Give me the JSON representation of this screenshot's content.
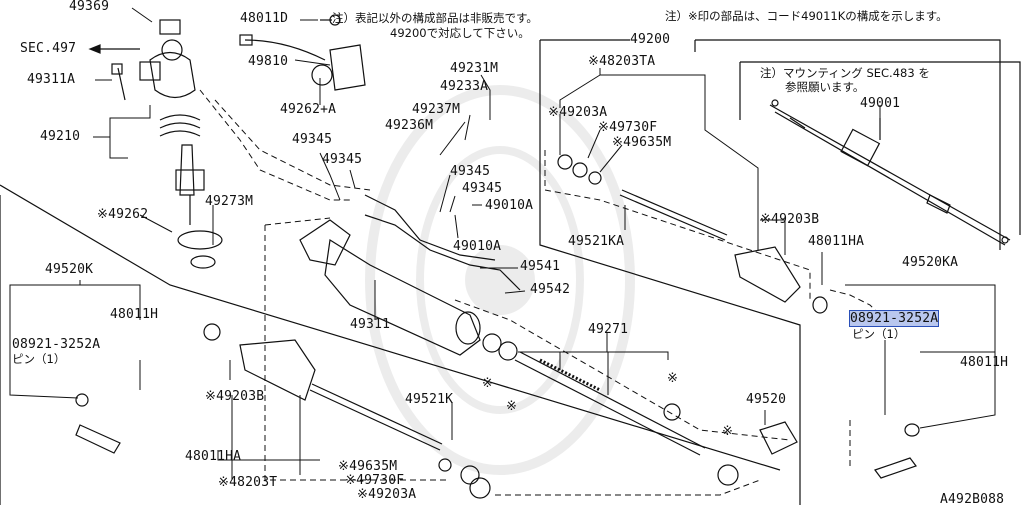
{
  "diagram_code": "A492B088",
  "notes": {
    "top_left_line1": "注）表記以外の構成部品は非販売です。",
    "top_left_line2": "49200で対応して下さい。",
    "top_right": "注）※印の部品は、コード49011Kの構成を示します。",
    "mounting_line1": "注）マウンティング SEC.483 を",
    "mounting_line2": "参照願います。"
  },
  "labels": {
    "p49369": "49369",
    "sec497": "SEC.497",
    "p49311A": "49311A",
    "p49210": "49210",
    "p49262_star": "※49262",
    "p49273M": "49273M",
    "p48011D": "48011D",
    "p49810": "49810",
    "p49262A": "49262+A",
    "p49231M": "49231M",
    "p49233A": "49233A",
    "p49237M": "49237M",
    "p49236M": "49236M",
    "p49345_a": "49345",
    "p49345_b": "49345",
    "p49345_c": "49345",
    "p49345_d": "49345",
    "p49010A_a": "49010A",
    "p49010A_b": "49010A",
    "p49541": "49541",
    "p49542": "49542",
    "p49311": "49311",
    "p49200": "49200",
    "p48203TA": "※48203TA",
    "p49203A_top": "※49203A",
    "p49730F_top": "※49730F",
    "p49635M_top": "※49635M",
    "p49521KA": "49521KA",
    "p49203B_right": "※49203B",
    "p48011HA_right": "48011HA",
    "p49001": "49001",
    "p49520KA": "49520KA",
    "p08921_right": "08921-3252A",
    "pin_right": "ピン（1）",
    "p48011H_right": "48011H",
    "p49271": "49271",
    "p49520": "49520",
    "p49520K": "49520K",
    "p48011H_left": "48011H",
    "p08921_left": "08921-3252A",
    "pin_left": "ピン（1）",
    "p49203B_left": "※49203B",
    "p49521K": "49521K",
    "p48011HA_left": "48011HA",
    "p48203T": "※48203T",
    "p49635M_bot": "※49635M",
    "p49730F_bot": "※49730F",
    "p49203A_bot": "※49203A",
    "star1": "※",
    "star2": "※",
    "star3": "※",
    "star4": "※"
  },
  "colors": {
    "ink": "#111111",
    "highlight_fill": "#b9c7ee",
    "highlight_border": "#2a4fb8",
    "background": "#ffffff"
  }
}
